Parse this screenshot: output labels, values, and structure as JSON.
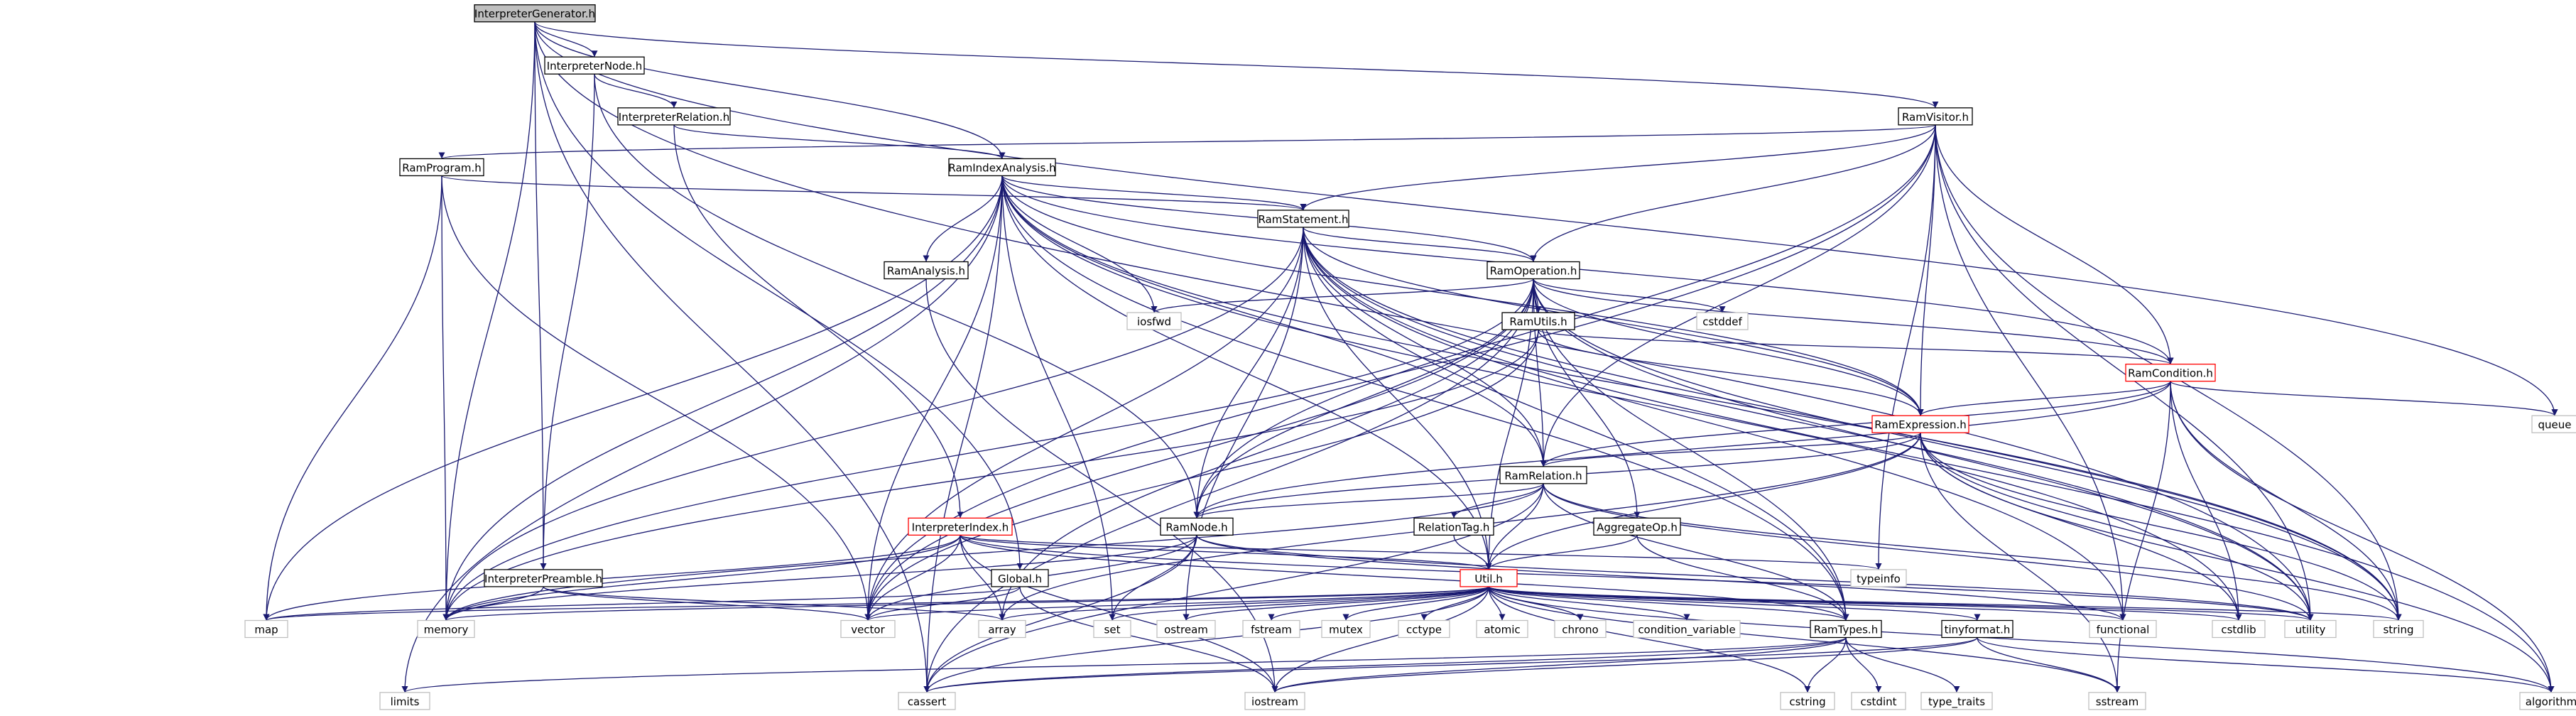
{
  "title": "InterpreterGenerator.h",
  "colors": {
    "edge": "#191970",
    "root_fill": "#bfbfbf",
    "node_border": "#000000",
    "external_border": "#bfbfbf",
    "highlight_border": "#ff0000"
  },
  "nodes": [
    {
      "id": "InterpreterGenerator.h",
      "label": "InterpreterGenerator.h",
      "kind": "root"
    },
    {
      "id": "InterpreterNode.h",
      "label": "InterpreterNode.h",
      "kind": "node"
    },
    {
      "id": "InterpreterRelation.h",
      "label": "InterpreterRelation.h",
      "kind": "node"
    },
    {
      "id": "RamVisitor.h",
      "label": "RamVisitor.h",
      "kind": "node"
    },
    {
      "id": "RamProgram.h",
      "label": "RamProgram.h",
      "kind": "node"
    },
    {
      "id": "RamIndexAnalysis.h",
      "label": "RamIndexAnalysis.h",
      "kind": "node"
    },
    {
      "id": "RamStatement.h",
      "label": "RamStatement.h",
      "kind": "node"
    },
    {
      "id": "RamAnalysis.h",
      "label": "RamAnalysis.h",
      "kind": "node"
    },
    {
      "id": "RamOperation.h",
      "label": "RamOperation.h",
      "kind": "node"
    },
    {
      "id": "RamUtils.h",
      "label": "RamUtils.h",
      "kind": "node"
    },
    {
      "id": "RamCondition.h",
      "label": "RamCondition.h",
      "kind": "highlight"
    },
    {
      "id": "RamExpression.h",
      "label": "RamExpression.h",
      "kind": "highlight"
    },
    {
      "id": "RamRelation.h",
      "label": "RamRelation.h",
      "kind": "node"
    },
    {
      "id": "RelationTag.h",
      "label": "RelationTag.h",
      "kind": "node"
    },
    {
      "id": "AggregateOp.h",
      "label": "AggregateOp.h",
      "kind": "node"
    },
    {
      "id": "InterpreterIndex.h",
      "label": "InterpreterIndex.h",
      "kind": "highlight"
    },
    {
      "id": "RamNode.h",
      "label": "RamNode.h",
      "kind": "node"
    },
    {
      "id": "InterpreterPreamble.h",
      "label": "InterpreterPreamble.h",
      "kind": "node"
    },
    {
      "id": "Global.h",
      "label": "Global.h",
      "kind": "node"
    },
    {
      "id": "Util.h",
      "label": "Util.h",
      "kind": "highlight"
    },
    {
      "id": "RamTypes.h",
      "label": "RamTypes.h",
      "kind": "node"
    },
    {
      "id": "tinyformat.h",
      "label": "tinyformat.h",
      "kind": "node"
    },
    {
      "id": "iosfwd",
      "label": "iosfwd",
      "kind": "external"
    },
    {
      "id": "cstddef",
      "label": "cstddef",
      "kind": "external"
    },
    {
      "id": "queue",
      "label": "queue",
      "kind": "external"
    },
    {
      "id": "typeinfo",
      "label": "typeinfo",
      "kind": "external"
    },
    {
      "id": "map",
      "label": "map",
      "kind": "external"
    },
    {
      "id": "memory",
      "label": "memory",
      "kind": "external"
    },
    {
      "id": "vector",
      "label": "vector",
      "kind": "external"
    },
    {
      "id": "array",
      "label": "array",
      "kind": "external"
    },
    {
      "id": "set",
      "label": "set",
      "kind": "external"
    },
    {
      "id": "ostream",
      "label": "ostream",
      "kind": "external"
    },
    {
      "id": "fstream",
      "label": "fstream",
      "kind": "external"
    },
    {
      "id": "mutex",
      "label": "mutex",
      "kind": "external"
    },
    {
      "id": "cctype",
      "label": "cctype",
      "kind": "external"
    },
    {
      "id": "atomic",
      "label": "atomic",
      "kind": "external"
    },
    {
      "id": "chrono",
      "label": "chrono",
      "kind": "external"
    },
    {
      "id": "condition_variable",
      "label": "condition_variable",
      "kind": "external"
    },
    {
      "id": "functional",
      "label": "functional",
      "kind": "external"
    },
    {
      "id": "cstdlib",
      "label": "cstdlib",
      "kind": "external"
    },
    {
      "id": "utility",
      "label": "utility",
      "kind": "external"
    },
    {
      "id": "string",
      "label": "string",
      "kind": "external"
    },
    {
      "id": "limits",
      "label": "limits",
      "kind": "external"
    },
    {
      "id": "cassert",
      "label": "cassert",
      "kind": "external"
    },
    {
      "id": "iostream",
      "label": "iostream",
      "kind": "external"
    },
    {
      "id": "cstring",
      "label": "cstring",
      "kind": "external"
    },
    {
      "id": "cstdint",
      "label": "cstdint",
      "kind": "external"
    },
    {
      "id": "type_traits",
      "label": "type_traits",
      "kind": "external"
    },
    {
      "id": "sstream",
      "label": "sstream",
      "kind": "external"
    },
    {
      "id": "algorithm",
      "label": "algorithm",
      "kind": "external"
    }
  ],
  "edges": [
    [
      "InterpreterGenerator.h",
      "InterpreterNode.h"
    ],
    [
      "InterpreterGenerator.h",
      "RamVisitor.h"
    ],
    [
      "InterpreterGenerator.h",
      "RamIndexAnalysis.h"
    ],
    [
      "InterpreterGenerator.h",
      "InterpreterPreamble.h"
    ],
    [
      "InterpreterGenerator.h",
      "Global.h"
    ],
    [
      "InterpreterGenerator.h",
      "queue"
    ],
    [
      "InterpreterGenerator.h",
      "memory"
    ],
    [
      "InterpreterGenerator.h",
      "cassert"
    ],
    [
      "InterpreterGenerator.h",
      "utility"
    ],
    [
      "InterpreterNode.h",
      "InterpreterRelation.h"
    ],
    [
      "InterpreterNode.h",
      "RamNode.h"
    ],
    [
      "InterpreterNode.h",
      "InterpreterPreamble.h"
    ],
    [
      "InterpreterRelation.h",
      "RamIndexAnalysis.h"
    ],
    [
      "InterpreterRelation.h",
      "InterpreterIndex.h"
    ],
    [
      "RamVisitor.h",
      "RamProgram.h"
    ],
    [
      "RamVisitor.h",
      "RamStatement.h"
    ],
    [
      "RamVisitor.h",
      "RamOperation.h"
    ],
    [
      "RamVisitor.h",
      "RamCondition.h"
    ],
    [
      "RamVisitor.h",
      "RamExpression.h"
    ],
    [
      "RamVisitor.h",
      "RamRelation.h"
    ],
    [
      "RamVisitor.h",
      "RamNode.h"
    ],
    [
      "RamVisitor.h",
      "typeinfo"
    ],
    [
      "RamVisitor.h",
      "functional"
    ],
    [
      "RamVisitor.h",
      "vector"
    ],
    [
      "RamVisitor.h",
      "utility"
    ],
    [
      "RamVisitor.h",
      "string"
    ],
    [
      "RamProgram.h",
      "RamStatement.h"
    ],
    [
      "RamProgram.h",
      "map"
    ],
    [
      "RamProgram.h",
      "memory"
    ],
    [
      "RamProgram.h",
      "vector"
    ],
    [
      "RamIndexAnalysis.h",
      "RamStatement.h"
    ],
    [
      "RamIndexAnalysis.h",
      "RamAnalysis.h"
    ],
    [
      "RamIndexAnalysis.h",
      "RamOperation.h"
    ],
    [
      "RamIndexAnalysis.h",
      "RamCondition.h"
    ],
    [
      "RamIndexAnalysis.h",
      "RamExpression.h"
    ],
    [
      "RamIndexAnalysis.h",
      "RamRelation.h"
    ],
    [
      "RamIndexAnalysis.h",
      "RamTypes.h"
    ],
    [
      "RamIndexAnalysis.h",
      "Util.h"
    ],
    [
      "RamIndexAnalysis.h",
      "iosfwd"
    ],
    [
      "RamIndexAnalysis.h",
      "map"
    ],
    [
      "RamIndexAnalysis.h",
      "memory"
    ],
    [
      "RamIndexAnalysis.h",
      "vector"
    ],
    [
      "RamIndexAnalysis.h",
      "set"
    ],
    [
      "RamIndexAnalysis.h",
      "limits"
    ],
    [
      "RamIndexAnalysis.h",
      "cassert"
    ],
    [
      "RamIndexAnalysis.h",
      "cstdlib"
    ],
    [
      "RamIndexAnalysis.h",
      "string"
    ],
    [
      "RamStatement.h",
      "RamOperation.h"
    ],
    [
      "RamStatement.h",
      "RamExpression.h"
    ],
    [
      "RamStatement.h",
      "RamRelation.h"
    ],
    [
      "RamStatement.h",
      "RamNode.h"
    ],
    [
      "RamStatement.h",
      "RamTypes.h"
    ],
    [
      "RamStatement.h",
      "Util.h"
    ],
    [
      "RamStatement.h",
      "memory"
    ],
    [
      "RamStatement.h",
      "vector"
    ],
    [
      "RamStatement.h",
      "ostream"
    ],
    [
      "RamStatement.h",
      "functional"
    ],
    [
      "RamStatement.h",
      "utility"
    ],
    [
      "RamStatement.h",
      "string"
    ],
    [
      "RamStatement.h",
      "algorithm"
    ],
    [
      "RamAnalysis.h",
      "iostream"
    ],
    [
      "RamOperation.h",
      "RamUtils.h"
    ],
    [
      "RamOperation.h",
      "RamCondition.h"
    ],
    [
      "RamOperation.h",
      "RamExpression.h"
    ],
    [
      "RamOperation.h",
      "RamRelation.h"
    ],
    [
      "RamOperation.h",
      "AggregateOp.h"
    ],
    [
      "RamOperation.h",
      "RamNode.h"
    ],
    [
      "RamOperation.h",
      "RamTypes.h"
    ],
    [
      "RamOperation.h",
      "Util.h"
    ],
    [
      "RamOperation.h",
      "iosfwd"
    ],
    [
      "RamOperation.h",
      "cstddef"
    ],
    [
      "RamOperation.h",
      "memory"
    ],
    [
      "RamOperation.h",
      "vector"
    ],
    [
      "RamOperation.h",
      "array"
    ],
    [
      "RamOperation.h",
      "cassert"
    ],
    [
      "RamOperation.h",
      "utility"
    ],
    [
      "RamOperation.h",
      "string"
    ],
    [
      "RamUtils.h",
      "RamCondition.h"
    ],
    [
      "RamUtils.h",
      "RamExpression.h"
    ],
    [
      "RamUtils.h",
      "memory"
    ],
    [
      "RamUtils.h",
      "vector"
    ],
    [
      "RamCondition.h",
      "RamExpression.h"
    ],
    [
      "RamCondition.h",
      "RamRelation.h"
    ],
    [
      "RamCondition.h",
      "RamNode.h"
    ],
    [
      "RamCondition.h",
      "queue"
    ],
    [
      "RamCondition.h",
      "cstdlib"
    ],
    [
      "RamCondition.h",
      "string"
    ],
    [
      "RamCondition.h",
      "sstream"
    ],
    [
      "RamCondition.h",
      "algorithm"
    ],
    [
      "RamExpression.h",
      "RamRelation.h"
    ],
    [
      "RamExpression.h",
      "RamNode.h"
    ],
    [
      "RamExpression.h",
      "Util.h"
    ],
    [
      "RamExpression.h",
      "array"
    ],
    [
      "RamExpression.h",
      "cstdlib"
    ],
    [
      "RamExpression.h",
      "utility"
    ],
    [
      "RamExpression.h",
      "string"
    ],
    [
      "RamExpression.h",
      "sstream"
    ],
    [
      "RamExpression.h",
      "algorithm"
    ],
    [
      "RamRelation.h",
      "RelationTag.h"
    ],
    [
      "RamRelation.h",
      "RamNode.h"
    ],
    [
      "RamRelation.h",
      "RamTypes.h"
    ],
    [
      "RamRelation.h",
      "Util.h"
    ],
    [
      "RamRelation.h",
      "memory"
    ],
    [
      "RamRelation.h",
      "cassert"
    ],
    [
      "RamRelation.h",
      "utility"
    ],
    [
      "RamRelation.h",
      "string"
    ],
    [
      "RelationTag.h",
      "Util.h"
    ],
    [
      "AggregateOp.h",
      "RamTypes.h"
    ],
    [
      "AggregateOp.h",
      "Util.h"
    ],
    [
      "InterpreterIndex.h",
      "Util.h"
    ],
    [
      "InterpreterIndex.h",
      "RamTypes.h"
    ],
    [
      "InterpreterIndex.h",
      "map"
    ],
    [
      "InterpreterIndex.h",
      "memory"
    ],
    [
      "InterpreterIndex.h",
      "vector"
    ],
    [
      "InterpreterIndex.h",
      "array"
    ],
    [
      "InterpreterIndex.h",
      "iostream"
    ],
    [
      "InterpreterIndex.h",
      "typeinfo"
    ],
    [
      "InterpreterIndex.h",
      "utility"
    ],
    [
      "RamNode.h",
      "memory"
    ],
    [
      "RamNode.h",
      "vector"
    ],
    [
      "RamNode.h",
      "set"
    ],
    [
      "RamNode.h",
      "cassert"
    ],
    [
      "RamNode.h",
      "functional"
    ],
    [
      "RamNode.h",
      "utility"
    ],
    [
      "InterpreterPreamble.h",
      "memory"
    ],
    [
      "InterpreterPreamble.h",
      "vector"
    ],
    [
      "InterpreterPreamble.h",
      "array"
    ],
    [
      "Global.h",
      "map"
    ],
    [
      "Global.h",
      "vector"
    ],
    [
      "Global.h",
      "iostream"
    ],
    [
      "Util.h",
      "RamTypes.h"
    ],
    [
      "Util.h",
      "tinyformat.h"
    ],
    [
      "Util.h",
      "map"
    ],
    [
      "Util.h",
      "memory"
    ],
    [
      "Util.h",
      "vector"
    ],
    [
      "Util.h",
      "array"
    ],
    [
      "Util.h",
      "set"
    ],
    [
      "Util.h",
      "ostream"
    ],
    [
      "Util.h",
      "fstream"
    ],
    [
      "Util.h",
      "mutex"
    ],
    [
      "Util.h",
      "cctype"
    ],
    [
      "Util.h",
      "atomic"
    ],
    [
      "Util.h",
      "chrono"
    ],
    [
      "Util.h",
      "condition_variable"
    ],
    [
      "Util.h",
      "functional"
    ],
    [
      "Util.h",
      "cstdlib"
    ],
    [
      "Util.h",
      "utility"
    ],
    [
      "Util.h",
      "string"
    ],
    [
      "Util.h",
      "cassert"
    ],
    [
      "Util.h",
      "iostream"
    ],
    [
      "Util.h",
      "cstring"
    ],
    [
      "Util.h",
      "sstream"
    ],
    [
      "Util.h",
      "algorithm"
    ],
    [
      "RamTypes.h",
      "limits"
    ],
    [
      "RamTypes.h",
      "cassert"
    ],
    [
      "RamTypes.h",
      "iostream"
    ],
    [
      "RamTypes.h",
      "cstdint"
    ],
    [
      "RamTypes.h",
      "type_traits"
    ],
    [
      "RamTypes.h",
      "cstring"
    ],
    [
      "tinyformat.h",
      "cassert"
    ],
    [
      "tinyformat.h",
      "iostream"
    ],
    [
      "tinyformat.h",
      "sstream"
    ],
    [
      "tinyformat.h",
      "algorithm"
    ]
  ]
}
